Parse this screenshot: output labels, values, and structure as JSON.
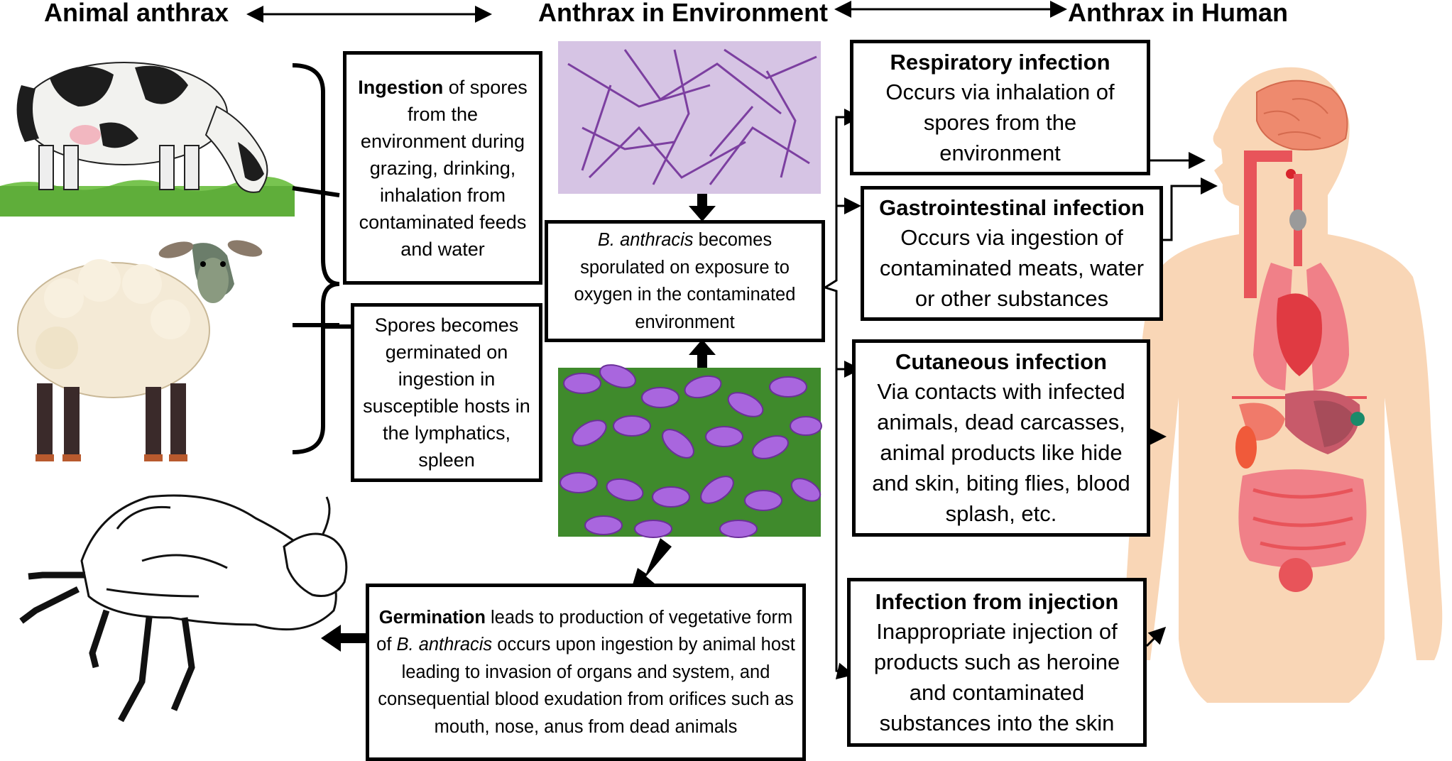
{
  "headers": {
    "animal": "Animal anthrax",
    "environment": "Anthrax in Environment",
    "human": "Anthrax in Human"
  },
  "animal_boxes": {
    "ingestion": {
      "bold": "Ingestion",
      "rest": " of spores from the environment during grazing, drinking, inhalation from contaminated feeds and water"
    },
    "germinated": {
      "text": "Spores becomes germinated on ingestion in susceptible hosts in the lymphatics, spleen"
    }
  },
  "environment_box": {
    "italic": "B. anthracis",
    "rest": " becomes sporulated on exposure to oxygen in the contaminated environment"
  },
  "germination_box": {
    "bold": "Germination",
    "part1": " leads to production of vegetative form of ",
    "italic": "B. anthracis",
    "part2": " occurs upon ingestion by animal host leading to invasion of organs and system, and consequential blood exudation from orifices such as mouth, nose, anus from dead animals"
  },
  "human_boxes": [
    {
      "title": "Respiratory infection",
      "body": "Occurs via inhalation of spores from the environment"
    },
    {
      "title": "Gastrointestinal infection",
      "body": "Occurs via ingestion of contaminated meats, water or other substances"
    },
    {
      "title": "Cutaneous infection",
      "body": "Via contacts with infected animals, dead carcasses, animal products like hide and skin, biting flies, blood splash, etc."
    },
    {
      "title": "Infection from injection",
      "body": "Inappropriate injection of products such as heroine and contaminated substances into the skin"
    }
  ],
  "colors": {
    "line": "#000000",
    "grass": "#5fae3a",
    "micrograph_bg": "#d6c4e4",
    "micrograph_rods": "#7c3fa0",
    "spore_bg": "#3f8a2c",
    "spore": "#a966de",
    "skin": "#f9d6b6",
    "organ": "#e8545a",
    "brain": "#ee8a6e"
  },
  "icons": {
    "cow": "cow-illustration-icon",
    "sheep": "sheep-illustration-icon",
    "dead_animal": "dead-animal-illustration-icon",
    "micrograph": "bacillus-micrograph-icon",
    "spores": "spore-micrograph-icon",
    "human": "human-anatomy-icon"
  }
}
